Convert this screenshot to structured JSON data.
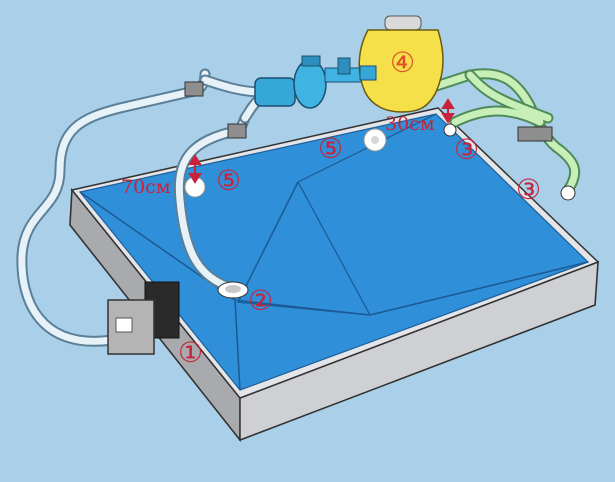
{
  "labels": {
    "skimmer": "①",
    "main_drain": "②",
    "return_inlet_a": "③",
    "return_inlet_b": "③",
    "filter": "④",
    "light_left": "⑤",
    "light_center": "⑤"
  },
  "measurements": {
    "light_depth": "70см",
    "inlet_depth": "30см"
  },
  "colors": {
    "background": "#a9cfe9",
    "water": "#2f8fd8",
    "pool_wall": "#c9c9cc",
    "filter_tank": "#f5e04a",
    "pump": "#35a8d8",
    "label": "#c8233a"
  }
}
